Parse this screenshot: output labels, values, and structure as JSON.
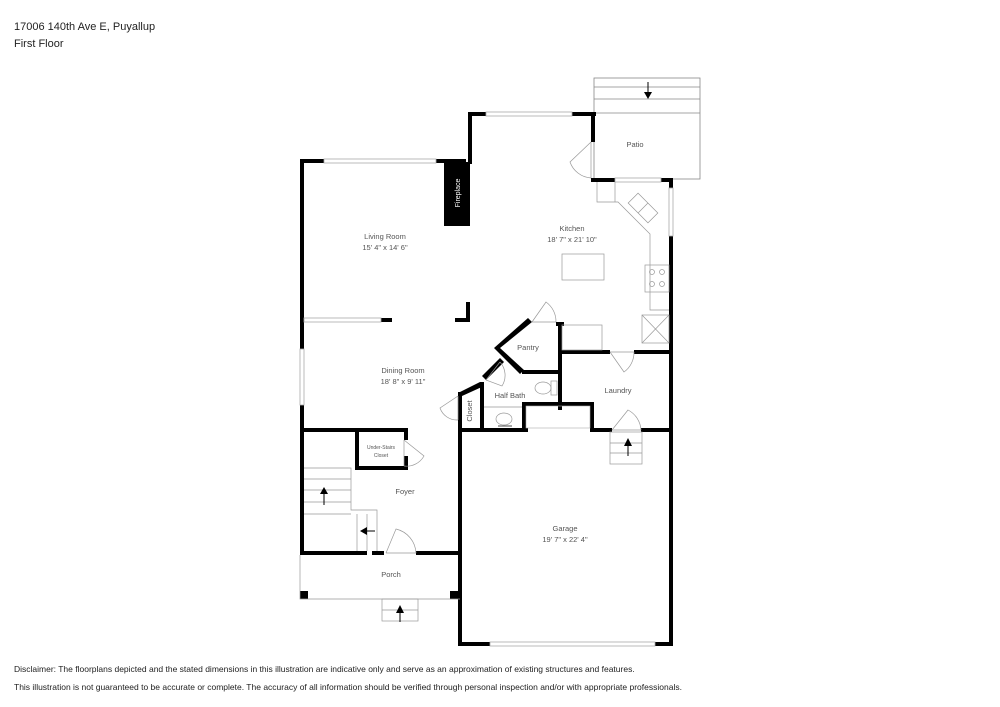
{
  "header": {
    "address": "17006 140th Ave E, Puyallup",
    "floor": "First Floor"
  },
  "rooms": {
    "living_room": {
      "name": "Living Room",
      "dims": "15' 4\" x 14' 6\""
    },
    "kitchen": {
      "name": "Kitchen",
      "dims": "18' 7\" x 21' 10\""
    },
    "dining_room": {
      "name": "Dining Room",
      "dims": "18' 8\" x 9' 11\""
    },
    "garage": {
      "name": "Garage",
      "dims": "19' 7\" x 22' 4\""
    },
    "patio": {
      "name": "Patio"
    },
    "pantry": {
      "name": "Pantry"
    },
    "half_bath": {
      "name": "Half Bath"
    },
    "laundry": {
      "name": "Laundry"
    },
    "closet": {
      "name": "Closet"
    },
    "under_stairs_closet": {
      "name_line1": "Under-Stairs",
      "name_line2": "Closet"
    },
    "foyer": {
      "name": "Foyer"
    },
    "porch": {
      "name": "Porch"
    },
    "fireplace": {
      "name": "Fireplace"
    }
  },
  "disclaimer": {
    "line1": "Disclaimer: The floorplans depicted and the stated dimensions in this illustration are indicative only and serve as an approximation of existing structures and features.",
    "line2": "This illustration is not guaranteed to be accurate or complete. The accuracy of all information should be verified through personal inspection and/or with appropriate professionals."
  },
  "colors": {
    "wall": "#000000",
    "window": "#bbbbbb",
    "label": "#555555"
  }
}
